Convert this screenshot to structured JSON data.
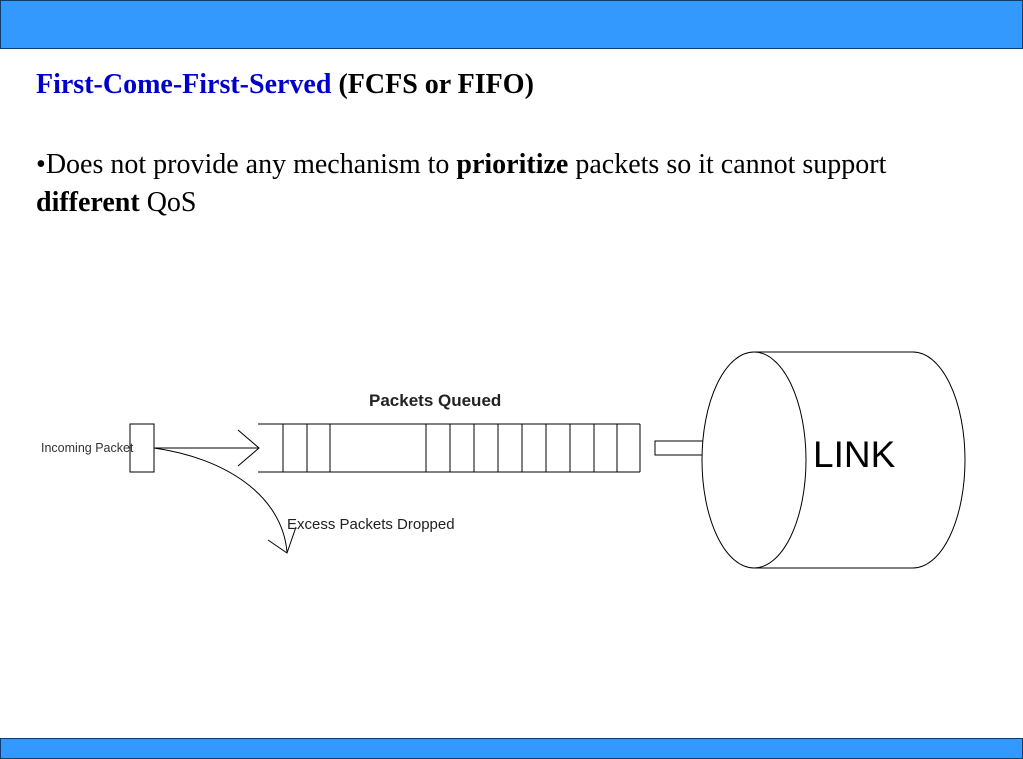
{
  "theme": {
    "band_color": "#3399ff",
    "title_color": "#0000cc",
    "text_color": "#000000"
  },
  "slide": {
    "title_bold": "First-Come-First-Served",
    "title_rest": " (FCFS or FIFO)",
    "bullet": {
      "marker": "•",
      "t1": "Does not provide any mechanism to ",
      "b1": "prioritize",
      "t2": " packets so it cannot support ",
      "b2": "different",
      "t3": " QoS"
    }
  },
  "diagram": {
    "incoming_label": "Incoming Packet",
    "queue_label": "Packets Queued",
    "dropped_label": "Excess Packets Dropped",
    "link_label": "LINK"
  }
}
